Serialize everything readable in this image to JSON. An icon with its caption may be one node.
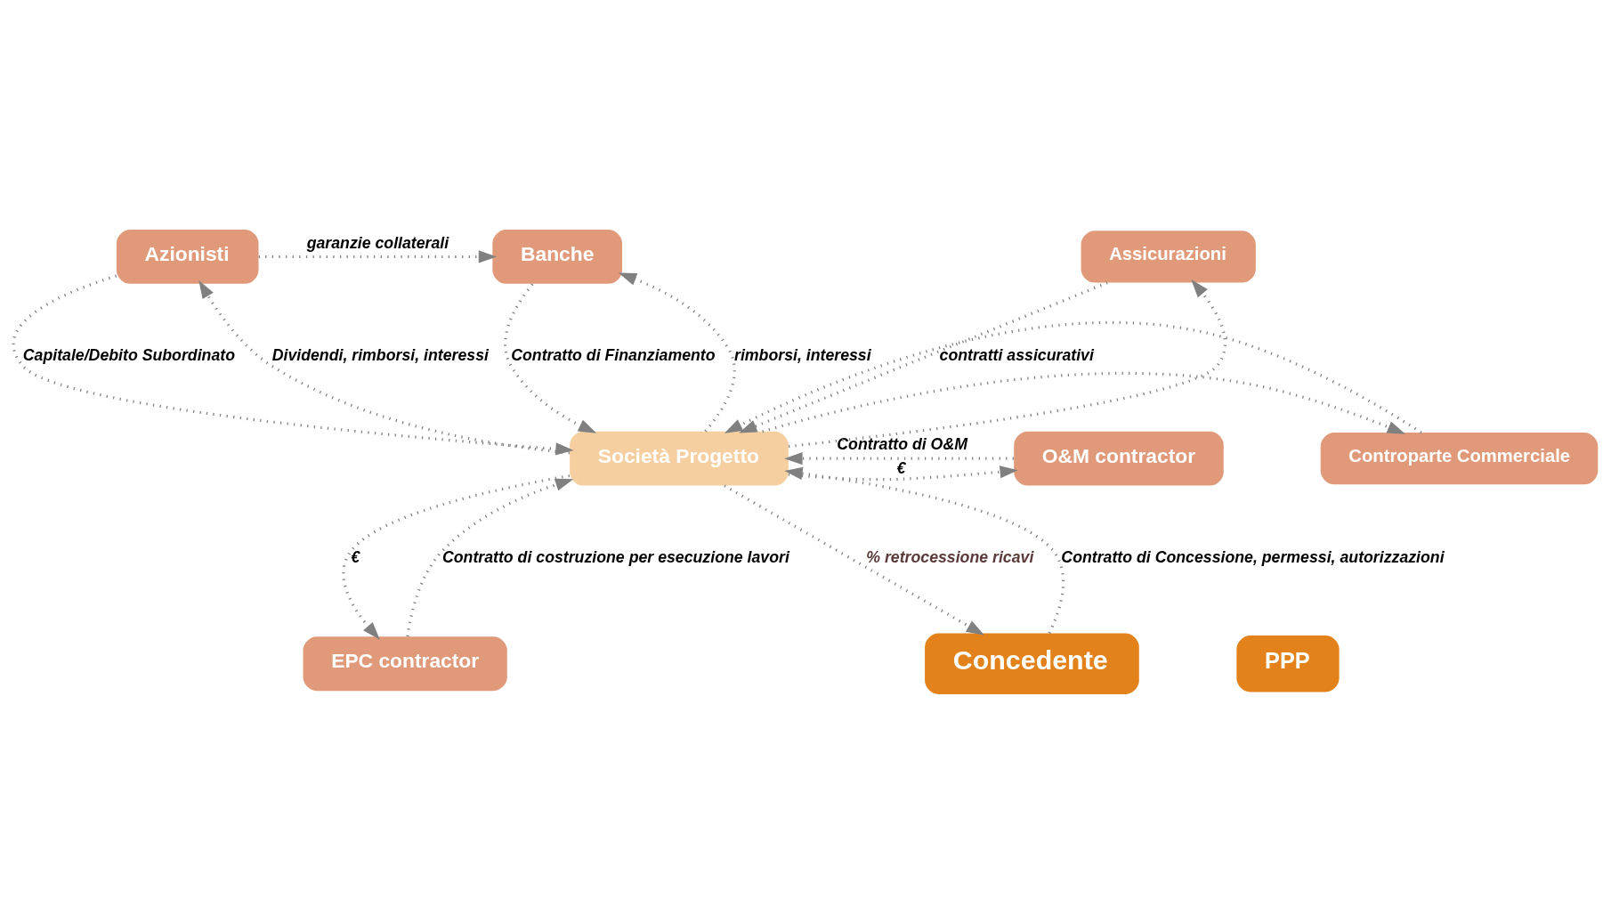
{
  "diagram": {
    "nodes": [
      {
        "text": [
          "Banche"
        ]
      },
      {
        "text": [
          "Azionisti"
        ]
      },
      {
        "text": [
          "Assicurazioni"
        ]
      },
      {
        "text": [
          "O&M contractor"
        ]
      },
      {
        "text": [
          "Società Progetto"
        ]
      },
      {
        "text": [
          "Controparte Commerciale"
        ]
      },
      {
        "text": [
          "EPC contractor"
        ]
      },
      {
        "text": [
          "Concedente"
        ]
      },
      {
        "text": [
          "PPP"
        ]
      }
    ],
    "edges": [
      {
        "from": 1,
        "to": 0,
        "arrow": "to",
        "label": "garanzie collaterali"
      },
      {
        "from": 0,
        "to": 4,
        "arrow": "to",
        "label": "Contratto di Finanziamento"
      },
      {
        "from": 4,
        "to": 0,
        "arrow": "to",
        "label": "rimborsi, interessi"
      },
      {
        "from": 4,
        "to": 1,
        "arrow": "to",
        "label": "Dividendi, rimborsi, interessi"
      },
      {
        "from": 1,
        "to": 4,
        "arrow": "to",
        "label": "Capitale/Debito Subordinato"
      },
      {
        "from": 4,
        "to": 2,
        "arrow": "to"
      },
      {
        "from": 2,
        "to": 4,
        "arrow": "to",
        "label": "contratti assicurativi"
      },
      {
        "from": 3,
        "to": 4,
        "arrow": "to",
        "label": "Contratto di O&M"
      },
      {
        "from": 4,
        "to": 3,
        "arrow": "to",
        "label": "€"
      },
      {
        "from": 4,
        "to": 5,
        "arrow": "to"
      },
      {
        "from": 5,
        "to": 4,
        "arrow": "to"
      },
      {
        "from": 4,
        "to": 6,
        "arrow": "to",
        "label": "€"
      },
      {
        "from": 6,
        "to": 4,
        "arrow": "to",
        "label": "Contratto di costruzione per esecuzione lavori"
      },
      {
        "from": 4,
        "to": 7,
        "arrow": "to",
        "label": "% retrocessione ricavi"
      },
      {
        "from": 7,
        "to": 4,
        "arrow": "to",
        "label": "Contratto di Concessione, permessi, autorizzazioni"
      }
    ]
  }
}
